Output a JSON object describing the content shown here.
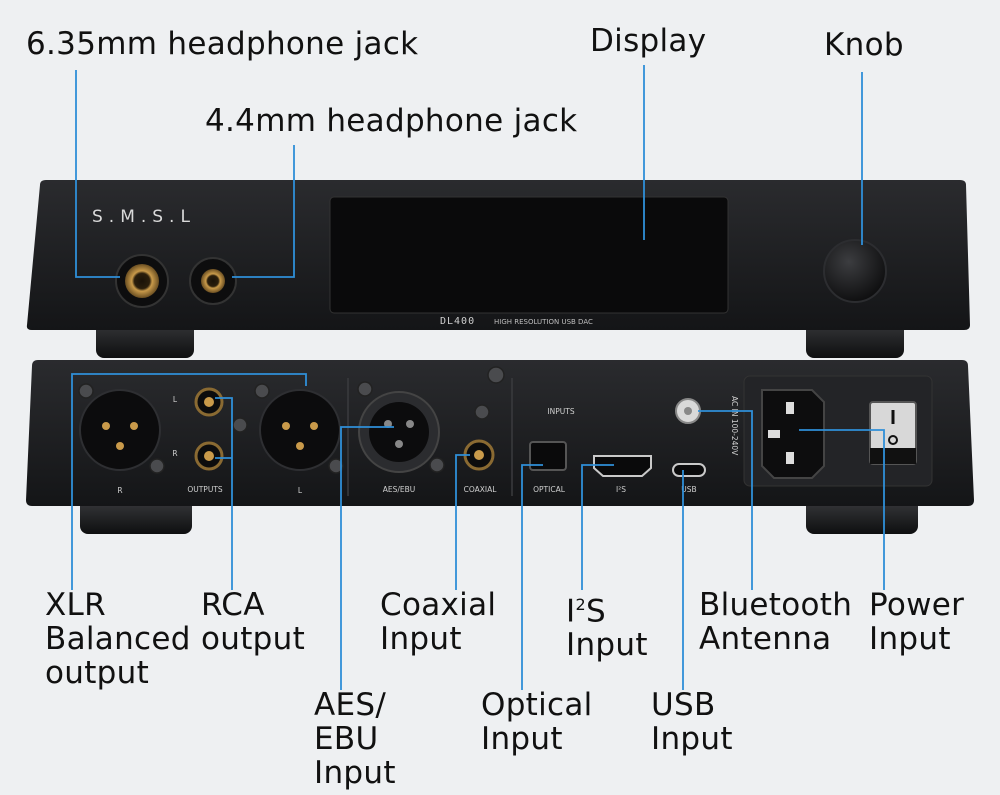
{
  "front_labels": {
    "jack_635": "6.35mm headphone jack",
    "jack_44": "4.4mm headphone jack",
    "display": "Display",
    "knob": "Knob"
  },
  "front_panel": {
    "brand": "S.M.S.L",
    "model": "DL400",
    "model_sub": "HIGH RESOLUTION USB DAC"
  },
  "rear_panel": {
    "xlr_right": "R",
    "xlr_left": "L",
    "rca_left": "L",
    "rca_right": "R",
    "outputs": "OUTPUTS",
    "aes_ebu": "AES/EBU",
    "coaxial": "COAXIAL",
    "inputs": "INPUTS",
    "optical": "OPTICAL",
    "i2s": "I²S",
    "usb": "USB",
    "ac_in": "AC IN 100-240V"
  },
  "rear_labels": {
    "xlr": [
      "XLR",
      "Balanced",
      "output"
    ],
    "rca": [
      "RCA",
      "output"
    ],
    "aes": [
      "AES/",
      "EBU",
      "Input"
    ],
    "coaxial": [
      "Coaxial",
      "Input"
    ],
    "optical": [
      "Optical",
      "Input"
    ],
    "i2s_line1": "S",
    "i2s_line2": "Input",
    "usb": [
      "USB",
      "Input"
    ],
    "bluetooth": [
      "Bluetooth",
      "Antenna"
    ],
    "power": [
      "Power",
      "Input"
    ]
  },
  "colors": {
    "leader_line": "#2f8fd8",
    "chassis": "#1b1c1e",
    "background": "#eef0f2"
  }
}
